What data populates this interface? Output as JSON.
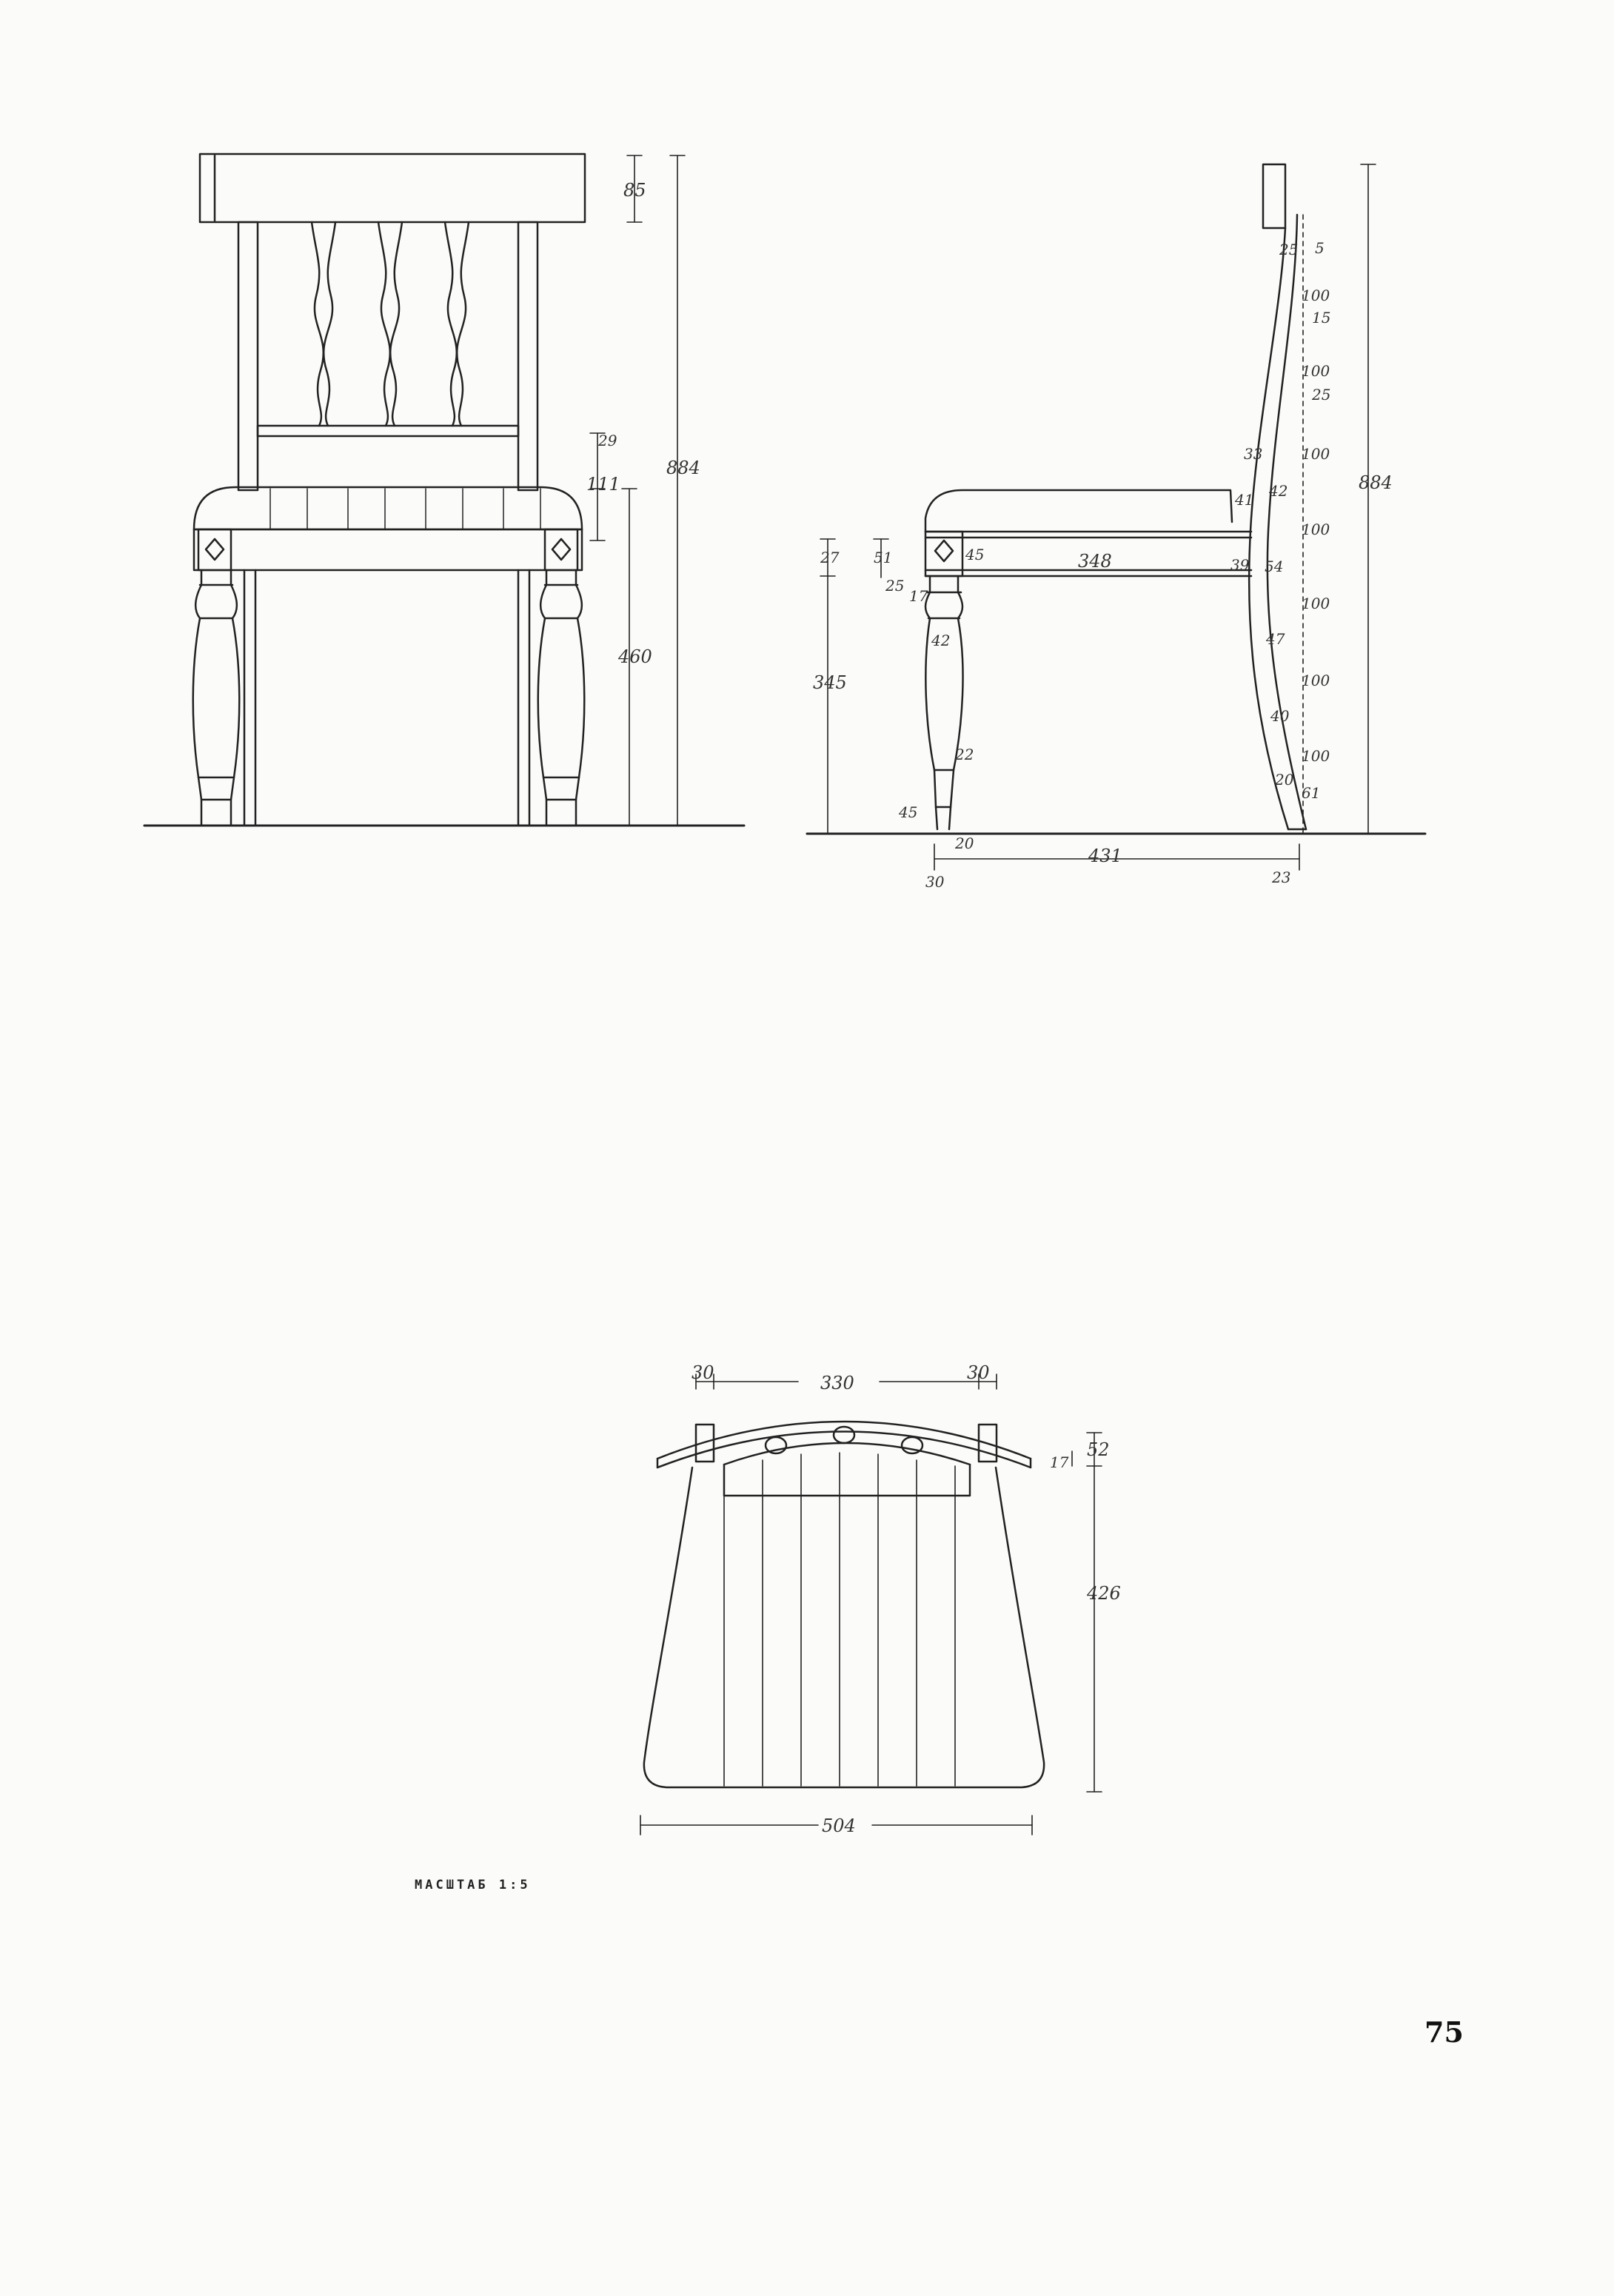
{
  "page": {
    "number": "75",
    "scale": "МАСШТАБ 1:5"
  },
  "front_view": {
    "dimensions": {
      "crest_height": "85",
      "rail_29": "29",
      "seat_frame_111": "111",
      "seat_height": "460",
      "overall_height": "884"
    }
  },
  "side_view": {
    "back_dimensions": [
      "5",
      "100",
      "15",
      "100",
      "25",
      "100",
      "100",
      "100",
      "100",
      "100"
    ],
    "back_thicknesses": [
      "25",
      "33",
      "41",
      "42",
      "39",
      "54",
      "47",
      "40",
      "20",
      "61"
    ],
    "overall_height": "884",
    "seat_depth": "348",
    "leg": {
      "rail_27": "27",
      "rail_51": "51",
      "rail_45": "45",
      "rail_25": "25",
      "ring_17": "17",
      "dia_42": "42",
      "height_345": "345",
      "dia_22": "22",
      "foot_45": "45"
    },
    "floor": {
      "front_20": "20",
      "front_30": "30",
      "length_431": "431",
      "back_23": "23"
    }
  },
  "plan_view": {
    "dimensions": {
      "left_30": "30",
      "middle_330": "330",
      "right_30": "30",
      "rail_17": "17",
      "rail_52": "52",
      "depth_426": "426",
      "width_504": "504"
    }
  }
}
